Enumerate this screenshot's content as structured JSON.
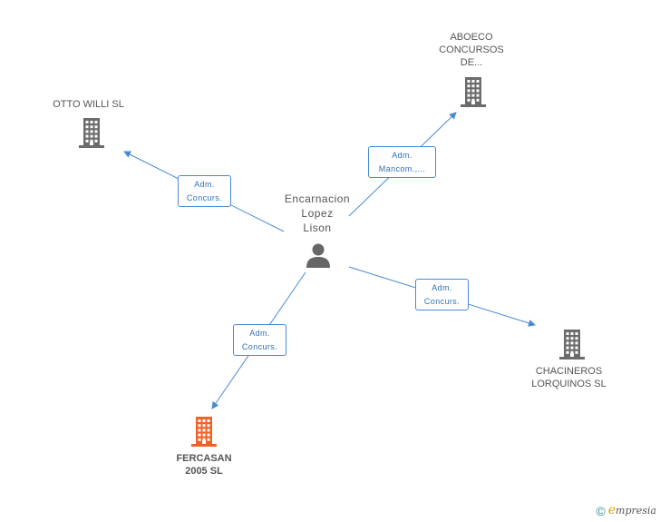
{
  "center": {
    "name": "Encarnacion\nLopez\nLison",
    "icon": "person-icon"
  },
  "companies": [
    {
      "id": "otto",
      "name": "OTTO WILLI SL",
      "icon": "building-icon",
      "color": "#6b6b6b",
      "highlight": false
    },
    {
      "id": "aboeco",
      "name": "ABOECO\nCONCURSOS\nDE...",
      "icon": "building-icon",
      "color": "#6b6b6b",
      "highlight": false
    },
    {
      "id": "chacineros",
      "name": "CHACINEROS\nLORQUINOS SL",
      "icon": "building-icon",
      "color": "#6b6b6b",
      "highlight": false
    },
    {
      "id": "fercasan",
      "name": "FERCASAN\n2005 SL",
      "icon": "building-icon",
      "color": "#f0622a",
      "highlight": true
    }
  ],
  "relations": [
    {
      "to": "otto",
      "line1": "Adm.",
      "line2": "Concurs."
    },
    {
      "to": "aboeco",
      "line1": "Adm.",
      "line2": "Mancom.,..."
    },
    {
      "to": "chacineros",
      "line1": "Adm.",
      "line2": "Concurs."
    },
    {
      "to": "fercasan",
      "line1": "Adm.",
      "line2": "Concurs."
    }
  ],
  "colors": {
    "edge": "#4a8ad4",
    "building": "#6b6b6b",
    "highlight": "#f0622a",
    "person": "#666666"
  },
  "footer": {
    "copyright": "©",
    "brand_initial": "e",
    "brand_rest": "mpresia"
  }
}
